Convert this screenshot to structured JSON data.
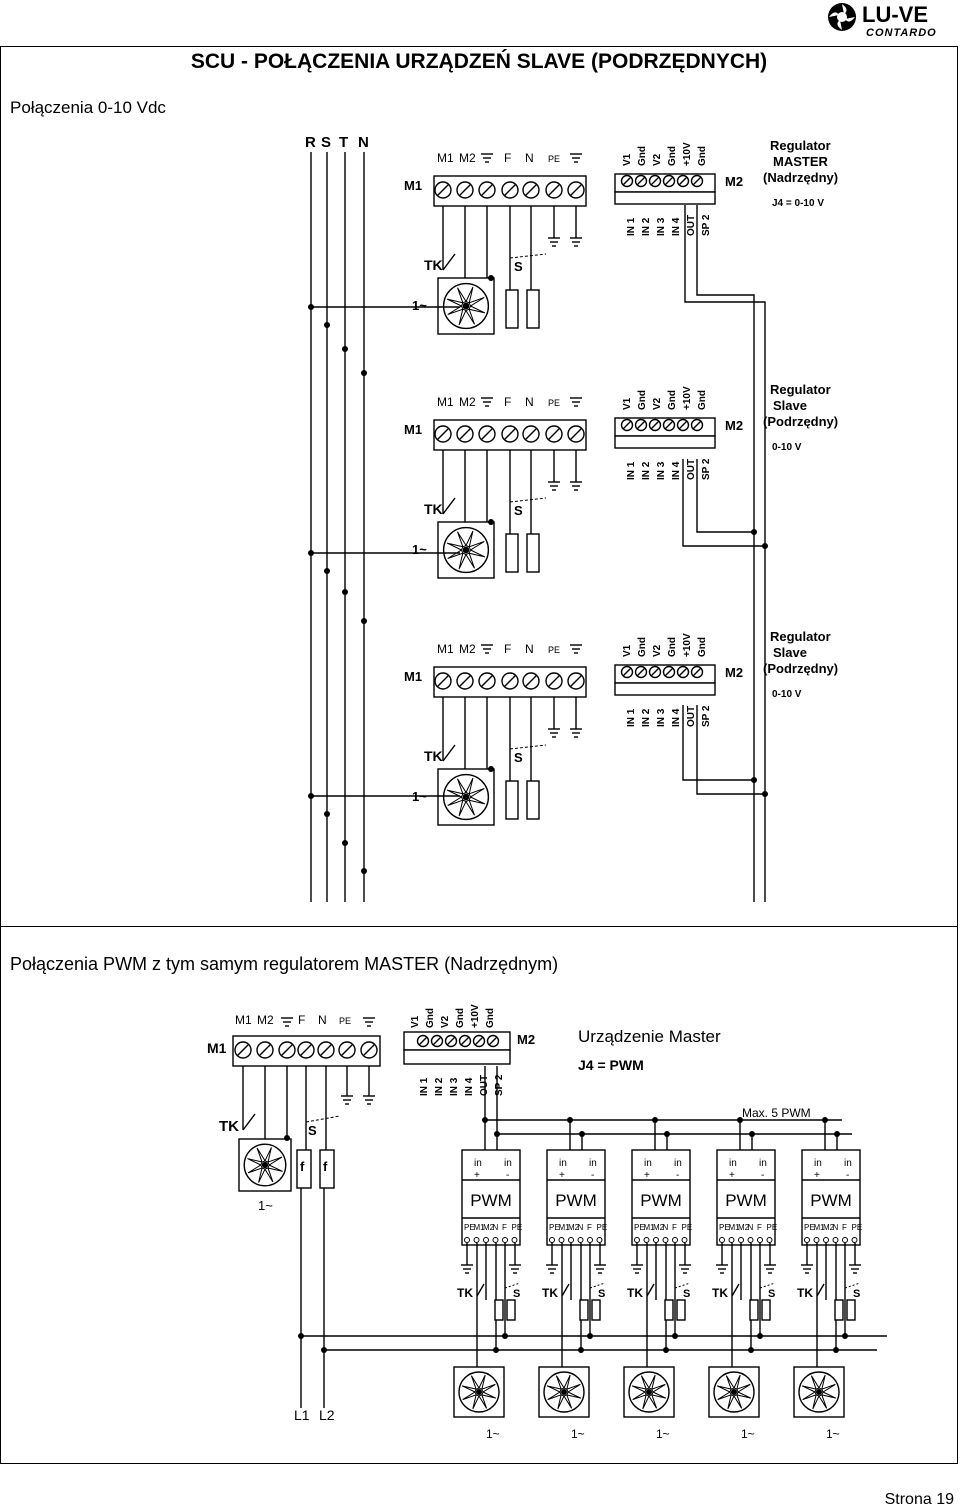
{
  "header": {
    "title": "SCU  -  POŁĄCZENIA URZĄDZEŃ SLAVE (PODRZĘDNYCH)",
    "logo_text_main": "LU-VE",
    "logo_text_sub": "CONTARDO"
  },
  "section_010": {
    "label": "Połączenia 0-10 Vdc",
    "supply_labels": [
      "R",
      "S",
      "T",
      "N"
    ],
    "units": [
      {
        "title": "Regulator",
        "subtitle": "MASTER",
        "role": "(Nadrzędny)",
        "config": "J4 = 0-10 V"
      },
      {
        "title": "Regulator",
        "subtitle": "Slave",
        "role": "(Podrzędny)",
        "config": "0-10 V"
      },
      {
        "title": "Regulator",
        "subtitle": "Slave",
        "role": "(Podrzędny)",
        "config": "0-10 V"
      }
    ]
  },
  "section_pwm": {
    "label": "Połączenia PWM z tym samym regulatorem MASTER (Nadrzędnym)",
    "master_title": "Urządzenie Master",
    "master_config": "J4 = PWM",
    "max_note": "Max. 5 PWM",
    "supply_labels": [
      "L1",
      "L2"
    ],
    "fuse_label": "f",
    "module": {
      "input_labels": [
        "in",
        "in"
      ],
      "polarity": [
        "+",
        "-"
      ],
      "name": "PWM",
      "bottom_terminals": [
        "PE",
        "M1",
        "M2",
        "N",
        "F",
        "PE"
      ]
    },
    "module_count": 5
  },
  "terminals": {
    "block_id": "M1",
    "power_top": [
      "M1",
      "M2",
      "⏚",
      "F",
      "N",
      "PE",
      "⏚"
    ],
    "control_id": "M2",
    "control_top": [
      "V1",
      "Gnd",
      "V2",
      "Gnd",
      "+10V",
      "Gnd"
    ],
    "control_bottom": [
      "IN 1",
      "IN 2",
      "IN 3",
      "IN 4",
      "OUT",
      "SP 2"
    ],
    "thermal_contact": "TK",
    "switch": "S",
    "motor_phase": "1~"
  },
  "footer": {
    "page": "Strona 19"
  }
}
